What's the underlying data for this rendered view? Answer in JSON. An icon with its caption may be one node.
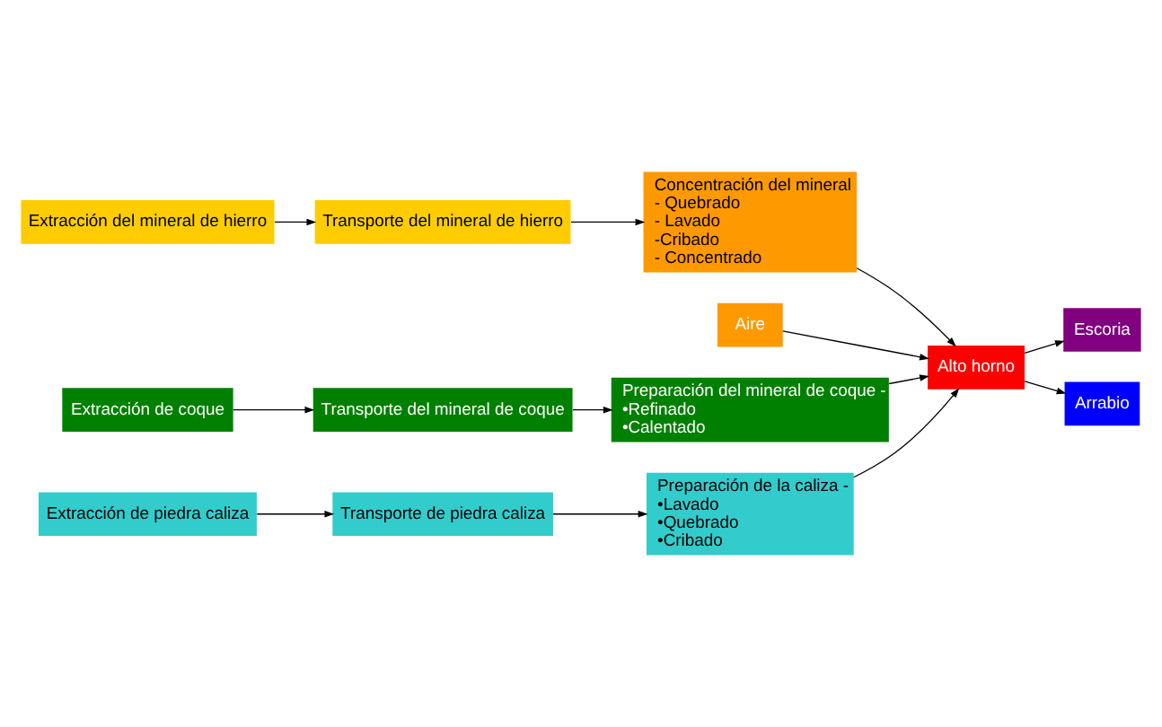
{
  "diagram": {
    "nodes": [
      {
        "text": [
          "Extracción del mineral de hierro"
        ]
      },
      {
        "text": [
          "Transporte del mineral de hierro"
        ]
      },
      {
        "text": [
          "Concentración del mineral",
          "- Quebrado",
          "- Lavado",
          "-Cribado",
          "- Concentrado"
        ]
      },
      {
        "text": [
          "Aire"
        ]
      },
      {
        "text": [
          "Alto horno"
        ]
      },
      {
        "text": [
          "Escoria"
        ]
      },
      {
        "text": [
          "Arrabio"
        ]
      },
      {
        "text": [
          "Extracción de coque"
        ]
      },
      {
        "text": [
          "Transporte del mineral de coque"
        ]
      },
      {
        "text": [
          "Preparación del mineral de coque -",
          "•Refinado",
          "•Calentado"
        ]
      },
      {
        "text": [
          "Extracción de piedra caliza"
        ]
      },
      {
        "text": [
          "Transporte de piedra caliza"
        ]
      },
      {
        "text": [
          "Preparación de la caliza -",
          "•Lavado",
          "•Quebrado",
          "•Cribado"
        ]
      }
    ],
    "edges": [
      {
        "from": 0,
        "to": 1,
        "arrow": "to"
      },
      {
        "from": 1,
        "to": 2,
        "arrow": "to"
      },
      {
        "from": 2,
        "to": 4,
        "arrow": "to"
      },
      {
        "from": 3,
        "to": 4,
        "arrow": "to"
      },
      {
        "from": 4,
        "to": 5,
        "arrow": "to"
      },
      {
        "from": 4,
        "to": 6,
        "arrow": "to"
      },
      {
        "from": 7,
        "to": 8,
        "arrow": "to"
      },
      {
        "from": 8,
        "to": 9,
        "arrow": "to"
      },
      {
        "from": 9,
        "to": 4,
        "arrow": "to"
      },
      {
        "from": 10,
        "to": 11,
        "arrow": "to"
      },
      {
        "from": 11,
        "to": 12,
        "arrow": "to"
      },
      {
        "from": 12,
        "to": 4,
        "arrow": "to"
      }
    ]
  }
}
